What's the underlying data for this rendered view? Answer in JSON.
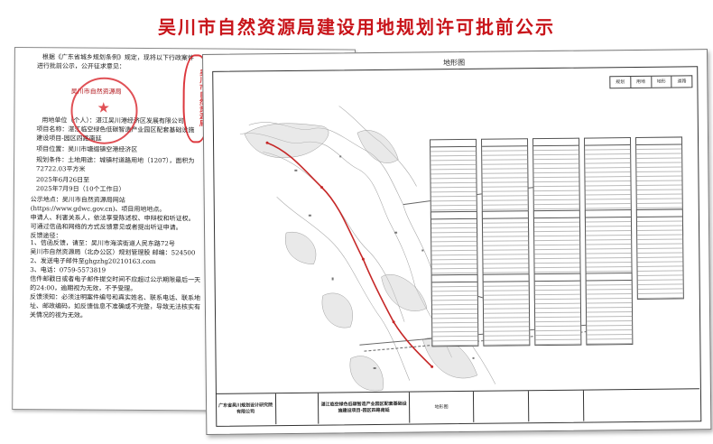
{
  "title": "吴川市自然资源局建设用地规划许可批前公示",
  "notice": {
    "lines": [
      "根据《广东省城乡规划条例》规定，现将以下行政案件",
      "进行批前公示，公开征求意见：",
      "吴川市自然资源局",
      "用地单位（个人）：湛江吴川港经济区发展有限公司",
      "项目名称：湛江临空绿色低碳智造产业园区配套基础设施",
      "          建设项目-园区四路南延",
      "项目位置：吴川市塘缀镇空港经济区",
      "规划条件：土地用途：城镇村道路用地（1207），面积为",
      "          72722.03平方米",
      "                        2025年6月26日至",
      "                        2025年7月9日（10个工作日）",
      "公示地点：吴川市自然资源局网站",
      "(https://www.gdwc.gov.cn)、项目用地地点。",
      "申请人、利害关系人，依法享受陈述权、申辩权和听证权。",
      "可通过信函和网络的方式反馈意见或者提出听证申请。",
      "反馈途径：",
      "1、信函反馈，请至：吴川市海滨街道人民东路72号",
      "吴川市自然资源局（北办公区）规划管理股  邮编：524500",
      "2、发送电子邮件至ghgzhg20210163.com",
      "3、电话：0759-5573819",
      "信件邮戳日或者电子邮件提交时间不应超过公示期限最后一天",
      "的24:00，逾期视为无效，不予受理。",
      "反馈须知：必须注明案件编号和真实姓名、联系电话、联系地",
      "址、邮政编码，如反馈信息不准确或不完整，导致无法核实有",
      "关情况的视为无效。"
    ]
  },
  "seals": {
    "side_text": "吴川市自然资源局",
    "round_text": "吴川市自然资源局"
  },
  "plan": {
    "heading": "地形图",
    "legend": [
      "规划",
      "用地",
      "地形",
      "道路"
    ],
    "title_block": {
      "org": "广东省吴川规划设计研究院有限公司",
      "project": "湛江临空绿色低碳智造产业园区配套基础设施建设项目-园区四路南延",
      "drawing": "地形图"
    }
  },
  "colors": {
    "title": "#c8141a",
    "seal": "#d6161d",
    "route": "#c62828"
  }
}
